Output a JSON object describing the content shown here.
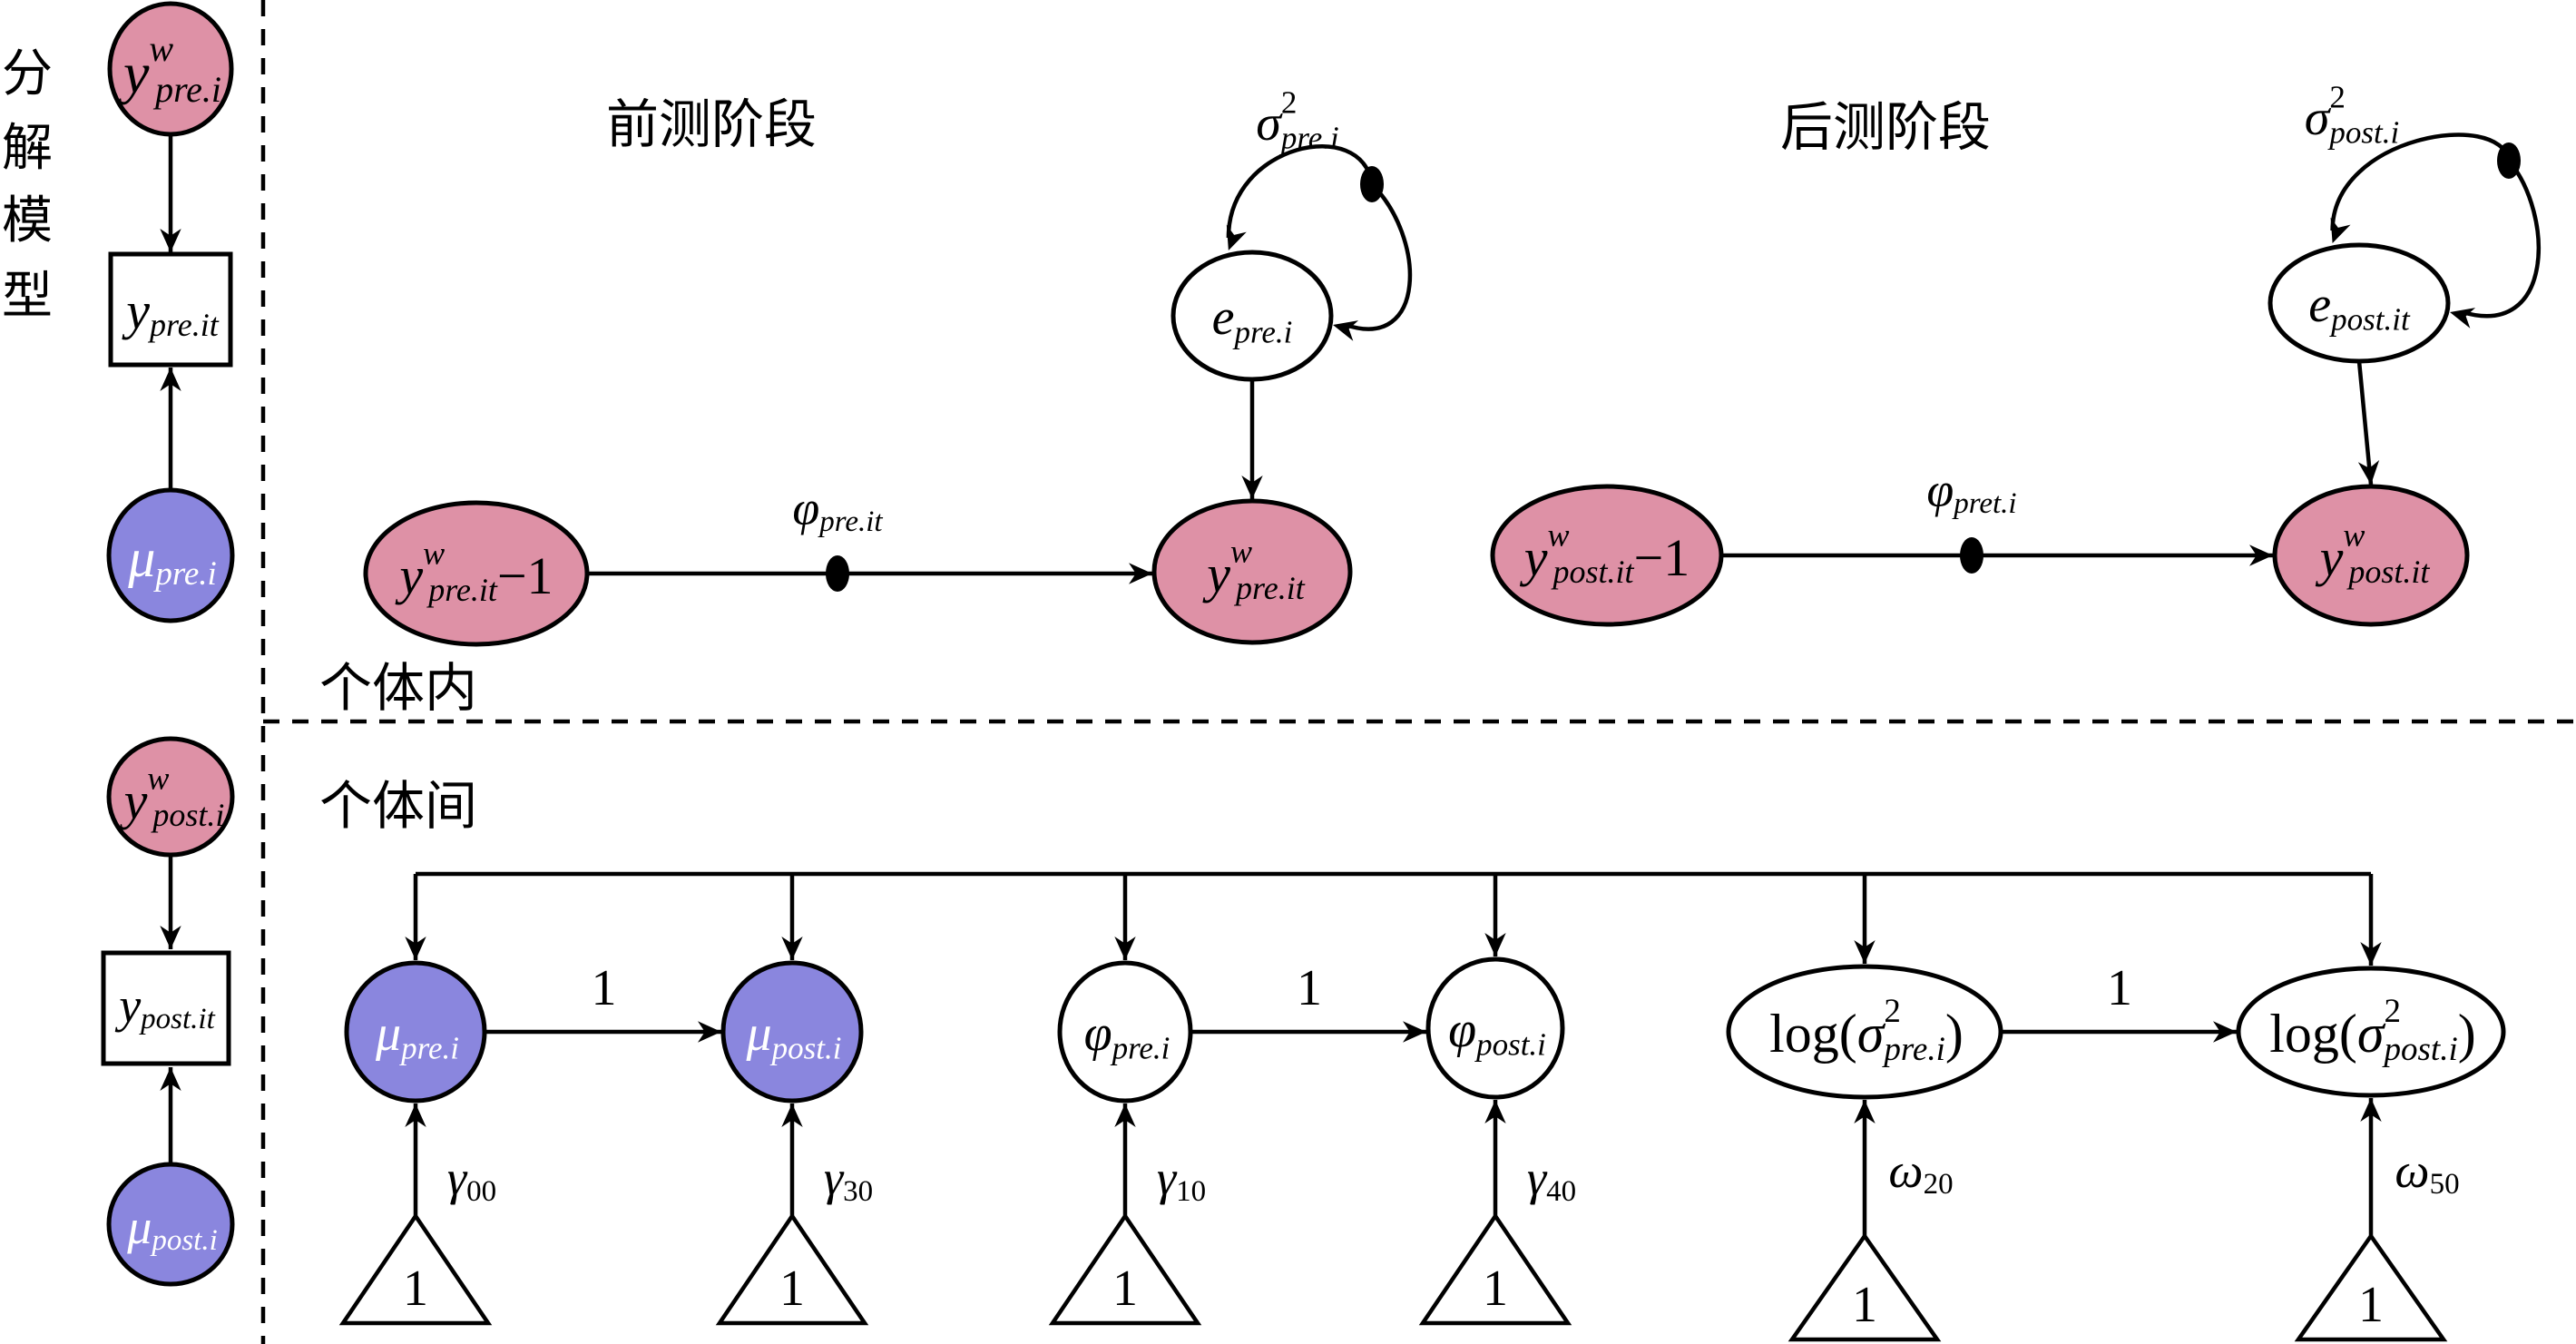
{
  "colors": {
    "within_node_fill": "#DE91A6",
    "mean_node_fill": "#8A86DE",
    "plain_node_fill": "#FFFFFF",
    "stroke": "#000000",
    "mean_text": "#FFFFFF"
  },
  "side_title": [
    "分",
    "解",
    "模",
    "型"
  ],
  "sections": {
    "pre_phase": "前测阶段",
    "post_phase": "后测阶段",
    "within": "个体内",
    "between": "个体间"
  },
  "decomposition": {
    "pre": {
      "within_latent": {
        "base": "y",
        "sup": "w",
        "sub": "pre.i"
      },
      "observed": {
        "base": "y",
        "sub": "pre.it"
      },
      "mean_latent": {
        "base": "μ",
        "sub": "pre.i"
      }
    },
    "post": {
      "within_latent": {
        "base": "y",
        "sup": "w",
        "sub": "post.i"
      },
      "observed": {
        "base": "y",
        "sub": "post.it"
      },
      "mean_latent": {
        "base": "μ",
        "sub": "post.i"
      }
    }
  },
  "within_model": {
    "pre": {
      "lag_node": {
        "base": "y",
        "sup": "w",
        "sub": "pre.it",
        "suffix": "−1"
      },
      "current_node": {
        "base": "y",
        "sup": "w",
        "sub": "pre.it"
      },
      "residual_node": {
        "base": "e",
        "sub": "pre.i"
      },
      "ar_label": {
        "base": "φ",
        "sub": "pre.it"
      },
      "variance_label": {
        "base": "σ",
        "sup": "2",
        "sub": "pre.i"
      }
    },
    "post": {
      "lag_node": {
        "base": "y",
        "sup": "w",
        "sub": "post.it",
        "suffix": "−1"
      },
      "current_node": {
        "base": "y",
        "sup": "w",
        "sub": "post.it"
      },
      "residual_node": {
        "base": "e",
        "sub": "post.it"
      },
      "ar_label": {
        "base": "φ",
        "sub": "pret.i"
      },
      "variance_label": {
        "base": "σ",
        "sup": "2",
        "sub": "post.i"
      }
    }
  },
  "between_model": {
    "nodes": [
      {
        "id": "mu_pre",
        "base": "μ",
        "sub": "pre.i",
        "kind": "mean"
      },
      {
        "id": "mu_post",
        "base": "μ",
        "sub": "post.i",
        "kind": "mean"
      },
      {
        "id": "phi_pre",
        "base": "φ",
        "sub": "pre.i",
        "kind": "plain"
      },
      {
        "id": "phi_post",
        "base": "φ",
        "sub": "post.i",
        "kind": "plain"
      },
      {
        "id": "logvar_pre",
        "prefix": "log(",
        "base": "σ",
        "sup": "2",
        "sub": "pre.i",
        "suffix": ")",
        "kind": "plain"
      },
      {
        "id": "logvar_post",
        "prefix": "log(",
        "base": "σ",
        "sup": "2",
        "sub": "post.i",
        "suffix": ")",
        "kind": "plain"
      }
    ],
    "paths": [
      {
        "from": "mu_pre",
        "to": "mu_post",
        "label": "1"
      },
      {
        "from": "phi_pre",
        "to": "phi_post",
        "label": "1"
      },
      {
        "from": "logvar_pre",
        "to": "logvar_post",
        "label": "1"
      }
    ],
    "intercepts": [
      {
        "target": "mu_pre",
        "constant": "1",
        "base": "γ",
        "sub": "00"
      },
      {
        "target": "mu_post",
        "constant": "1",
        "base": "γ",
        "sub": "30"
      },
      {
        "target": "phi_pre",
        "constant": "1",
        "base": "γ",
        "sub": "10"
      },
      {
        "target": "phi_post",
        "constant": "1",
        "base": "γ",
        "sub": "40"
      },
      {
        "target": "logvar_pre",
        "constant": "1",
        "base": "ω",
        "sub": "20"
      },
      {
        "target": "logvar_post",
        "constant": "1",
        "base": "ω",
        "sub": "50"
      }
    ]
  }
}
